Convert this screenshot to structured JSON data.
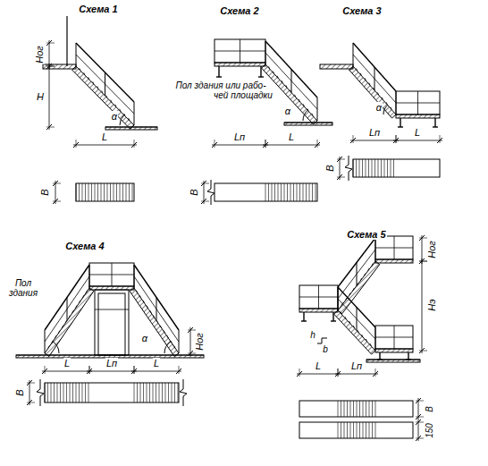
{
  "diagram": {
    "labels": [
      "Схема 1",
      "Hог",
      "H",
      "α",
      "L",
      "B",
      "Схема 2",
      "Пол здания или рабо-",
      "чей площадки",
      "α",
      "Lп",
      "L",
      "B",
      "Схема 3",
      "α",
      "Lп",
      "L",
      "B",
      "Схема 4",
      "Пол здания",
      "α",
      "Hог",
      "L",
      "Lп",
      "L",
      "B",
      "Схема 5",
      "Hог",
      "Hэ",
      "h",
      "b",
      "L",
      "Lп",
      "B",
      "150"
    ]
  }
}
